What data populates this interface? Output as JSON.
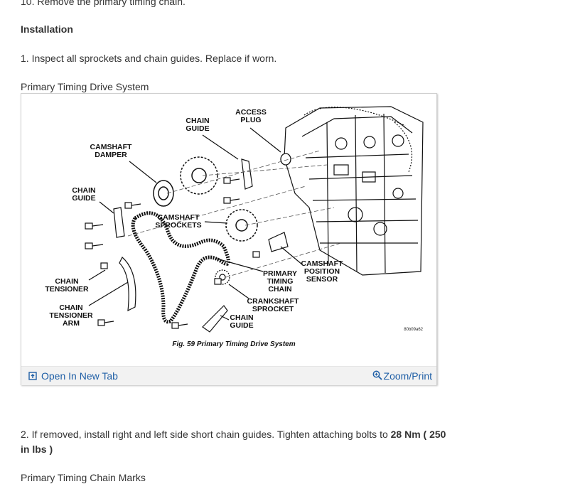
{
  "content": {
    "step10_text": "10. Remove the primary timing chain.",
    "installation_heading": "Installation",
    "step1_text": " 1. Inspect all sprockets and chain guides. Replace if worn.",
    "figure1_caption": "Primary Timing Drive System",
    "step2_text_prefix": " 2. If removed, install right and left side short chain guides. Tighten attaching bolts to ",
    "step2_torque": "28 Nm ( 250",
    "step2_torque_cont": "in lbs )",
    "figure2_caption": "Primary Timing Chain Marks"
  },
  "figure": {
    "labels": {
      "access_plug_1": "ACCESS",
      "access_plug_2": "PLUG",
      "chain_guide_top_1": "CHAIN",
      "chain_guide_top_2": "GUIDE",
      "camshaft_damper_1": "CAMSHAFT",
      "camshaft_damper_2": "DAMPER",
      "chain_guide_left_1": "CHAIN",
      "chain_guide_left_2": "GUIDE",
      "camshaft_sprockets_1": "CAMSHAFT",
      "camshaft_sprockets_2": "SPROCKETS",
      "camshaft_position_sensor_1": "CAMSHAFT",
      "camshaft_position_sensor_2": "POSITION",
      "camshaft_position_sensor_3": "SENSOR",
      "primary_timing_chain_1": "PRIMARY",
      "primary_timing_chain_2": "TIMING",
      "primary_timing_chain_3": "CHAIN",
      "chain_tensioner_1": "CHAIN",
      "chain_tensioner_2": "TENSIONER",
      "chain_tensioner_arm_1": "CHAIN",
      "chain_tensioner_arm_2": "TENSIONER",
      "chain_tensioner_arm_3": "ARM",
      "crankshaft_sprocket_1": "CRANKSHAFT",
      "crankshaft_sprocket_2": "SPROCKET",
      "chain_guide_bottom_1": "CHAIN",
      "chain_guide_bottom_2": "GUIDE",
      "ref_code": "80b09a62",
      "fig_caption": "Fig. 59 Primary Timing Drive System"
    },
    "open_tab_label": "Open In New Tab",
    "zoom_print_label": "Zoom/Print",
    "link_color": "#1f5fa6"
  }
}
